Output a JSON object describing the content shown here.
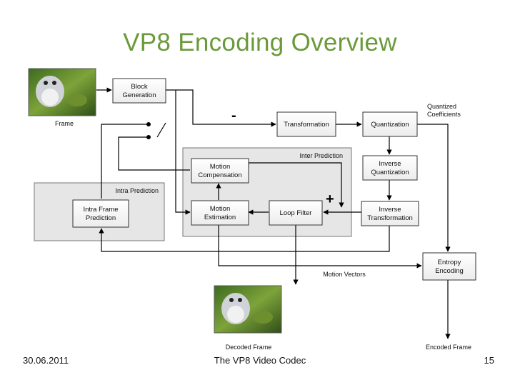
{
  "title": "VP8 Encoding Overview",
  "footer": {
    "date": "30.06.2011",
    "center": "The VP8 Video Codec",
    "page": "15"
  },
  "diagram": {
    "frame_label": "Frame",
    "decoded_frame_label": "Decoded Frame",
    "encoded_frame_label": "Encoded Frame",
    "quantized_coefficients": [
      "Quantized",
      "Coefficients"
    ],
    "motion_vectors_label": "Motion Vectors",
    "inter_prediction_label": "Inter Prediction",
    "intra_prediction_label": "Intra Prediction",
    "minus_sign": "-",
    "plus_sign": "+",
    "boxes": {
      "block_generation": [
        "Block",
        "Generation"
      ],
      "transformation": [
        "Transformation"
      ],
      "quantization": [
        "Quantization"
      ],
      "inverse_quantization": [
        "Inverse",
        "Quantization"
      ],
      "inverse_transformation": [
        "Inverse",
        "Transformation"
      ],
      "motion_compensation": [
        "Motion",
        "Compensation"
      ],
      "motion_estimation": [
        "Motion",
        "Estimation"
      ],
      "loop_filter": [
        "Loop Filter"
      ],
      "intra_frame_prediction": [
        "Intra Frame",
        "Prediction"
      ],
      "entropy_encoding": [
        "Entropy",
        "Encoding"
      ]
    }
  }
}
